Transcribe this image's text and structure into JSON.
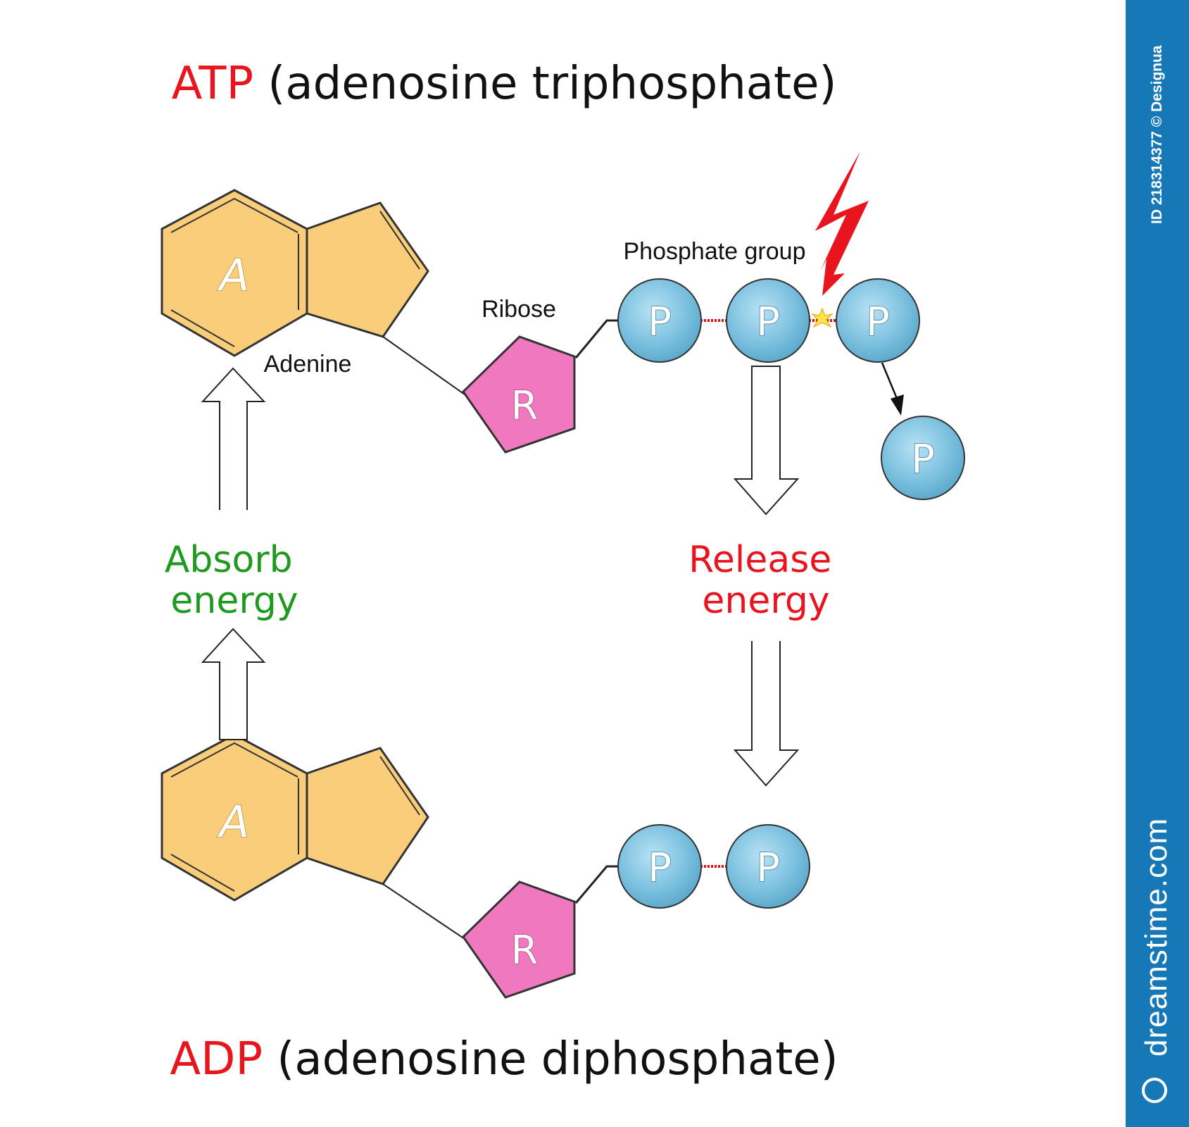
{
  "titles": {
    "atp_abbr": "ATP",
    "atp_name": " (adenosine triphosphate)",
    "adp_abbr": "ADP",
    "adp_name": " (adenosine diphosphate)"
  },
  "labels": {
    "adenine": "Adenine",
    "ribose": "Ribose",
    "phosphate_group": "Phosphate group",
    "absorb_line1": "Absorb",
    "absorb_line2": "energy",
    "release_line1": "Release",
    "release_line2": "energy"
  },
  "molecule_letters": {
    "adenine": "A",
    "ribose": "R",
    "phosphate": "P"
  },
  "colors": {
    "adenine_fill": "#f9cd79",
    "ribose_fill": "#f078be",
    "phosphate_fill": "#7ec2e0",
    "absorb_text": "#1f9a1f",
    "release_text": "#e8141e",
    "lightning": "#e8141e",
    "sidebar": "#1678b7"
  },
  "watermark": {
    "id_text": "ID 218314377 © Designua",
    "brand": "dreamstime.com"
  }
}
